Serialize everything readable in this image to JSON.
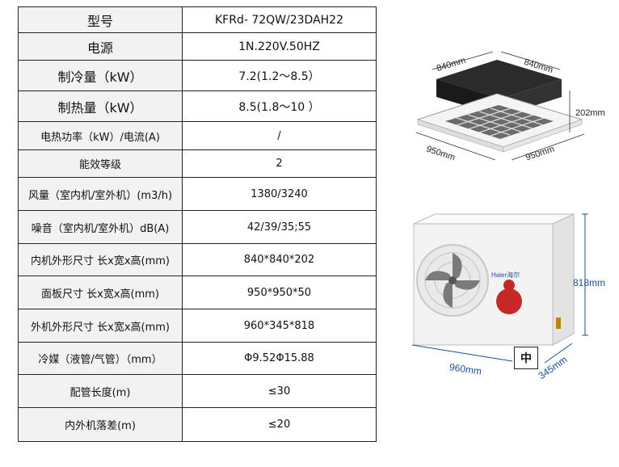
{
  "specs": [
    {
      "label": "型号",
      "value": "KFRd- 72QW/23DAH22"
    },
    {
      "label": "电源",
      "value": "1N.220V.50HZ"
    },
    {
      "label": "制冷量（kW）",
      "value": "7.2(1.2～8.5）"
    },
    {
      "label": "制热量（kW）",
      "value": "8.5(1.8～10 ）"
    },
    {
      "label": "电热功率（kW）/电流(A)",
      "value": "/"
    },
    {
      "label": "能效等级",
      "value": "2"
    },
    {
      "label": "风量（室内机/室外机）(m3/h)",
      "value": "1380/3240"
    },
    {
      "label": "噪音（室内机/室外机）dB(A)",
      "value": "42/39/35;55"
    },
    {
      "label": "内机外形尺寸 长x宽x高(mm)",
      "value": "840*840*202"
    },
    {
      "label": "面板尺寸 长x宽x高(mm)",
      "value": "950*950*50"
    },
    {
      "label": "外机外形尺寸 长x宽x高(mm)",
      "value": "960*345*818"
    },
    {
      "label": "冷媒（液管/气管）（mm）",
      "value": "Φ9.52Φ15.88"
    },
    {
      "label": "配管长度(m)",
      "value": "≤30"
    },
    {
      "label": "内外机落差(m)",
      "value": "≤20"
    }
  ],
  "indoor": {
    "dim_top_left": "840mm",
    "dim_top_right": "840mm",
    "dim_height": "202mm",
    "dim_bottom_left": "950mm",
    "dim_bottom_right": "950mm"
  },
  "outdoor": {
    "dim_height": "818mm",
    "dim_width": "960mm",
    "dim_depth": "345mm",
    "brand": "Haier海尔",
    "badge": "中"
  }
}
